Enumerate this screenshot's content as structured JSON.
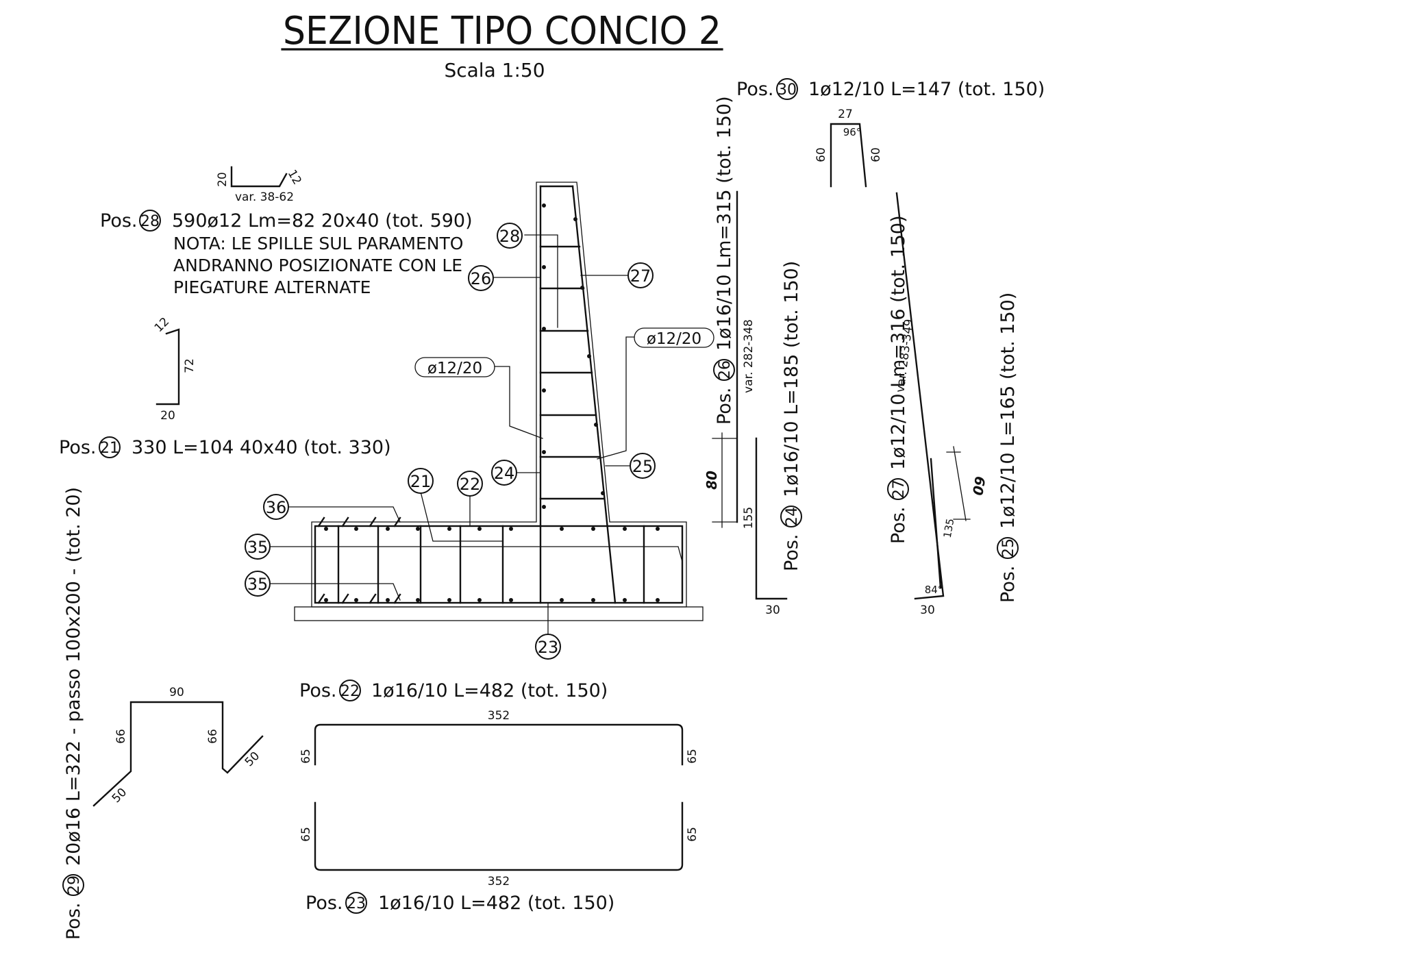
{
  "title": "SEZIONE TIPO CONCIO 2",
  "scale": "Scala 1:50",
  "note": {
    "pos": "Pos.",
    "num": "28",
    "spec": "590ø12 Lm=82 20x40 (tot. 590)",
    "lines": [
      "NOTA: LE SPILLE SUL PARAMENTO",
      "ANDRANNO POSIZIONATE CON LE",
      "PIEGATURE ALTERNATE"
    ]
  },
  "pos21": {
    "pos": "Pos.",
    "num": "21",
    "spec": "330 L=104 40x40 (tot. 330)"
  },
  "pos22": {
    "pos": "Pos.",
    "num": "22",
    "spec": "1ø16/10 L=482 (tot. 150)"
  },
  "pos23": {
    "pos": "Pos.",
    "num": "23",
    "spec": "1ø16/10 L=482 (tot. 150)"
  },
  "pos30": {
    "pos": "Pos.",
    "num": "30",
    "spec": "1ø12/10 L=147 (tot. 150)"
  },
  "pos29": {
    "pos": "Pos.",
    "num": "29",
    "spec": "20ø16 L=322 - passo 100x200 - (tot. 20)"
  },
  "pos26": {
    "pos": "Pos.",
    "num": "26",
    "spec": "1ø16/10 Lm=315 (tot. 150)"
  },
  "pos24": {
    "pos": "Pos.",
    "num": "24",
    "spec": "1ø16/10 L=185 (tot. 150)"
  },
  "pos27": {
    "pos": "Pos.",
    "num": "27",
    "spec": "1ø12/10 Lm=316 (tot. 150)"
  },
  "pos25": {
    "pos": "Pos.",
    "num": "25",
    "spec": "1ø12/10 L=165 (tot. 150)"
  },
  "dims": {
    "hook28_20": "20",
    "hook28_12": "12",
    "hook28_var": "var. 38-62",
    "bar21_12": "12",
    "bar21_72": "72",
    "bar21_20": "20",
    "bar30_27": "27",
    "bar30_96": "96°",
    "bar30_60a": "60",
    "bar30_60b": "60",
    "bar29_90": "90",
    "bar29_66a": "66",
    "bar29_66b": "66",
    "bar29_50a": "50",
    "bar29_50b": "50",
    "bar22_352": "352",
    "bar22_65a": "65",
    "bar22_65b": "65",
    "bar23_352": "352",
    "bar23_65a": "65",
    "bar23_65b": "65",
    "bar26_var": "var. 282-348",
    "bar26_80": "80",
    "bar24_155": "155",
    "bar24_30": "30",
    "bar27_var": "var. 283-349",
    "bar27_30": "30",
    "bar27_84": "84°",
    "bar25_60": "60",
    "bar25_135": "135"
  },
  "section_labels": {
    "c28": "28",
    "c26": "26",
    "c27": "27",
    "c24": "24",
    "c25": "25",
    "c21": "21",
    "c22": "22",
    "c36": "36",
    "c35a": "35",
    "c35b": "35",
    "c23": "23",
    "tagL": "ø12/20",
    "tagR": "ø12/20"
  }
}
